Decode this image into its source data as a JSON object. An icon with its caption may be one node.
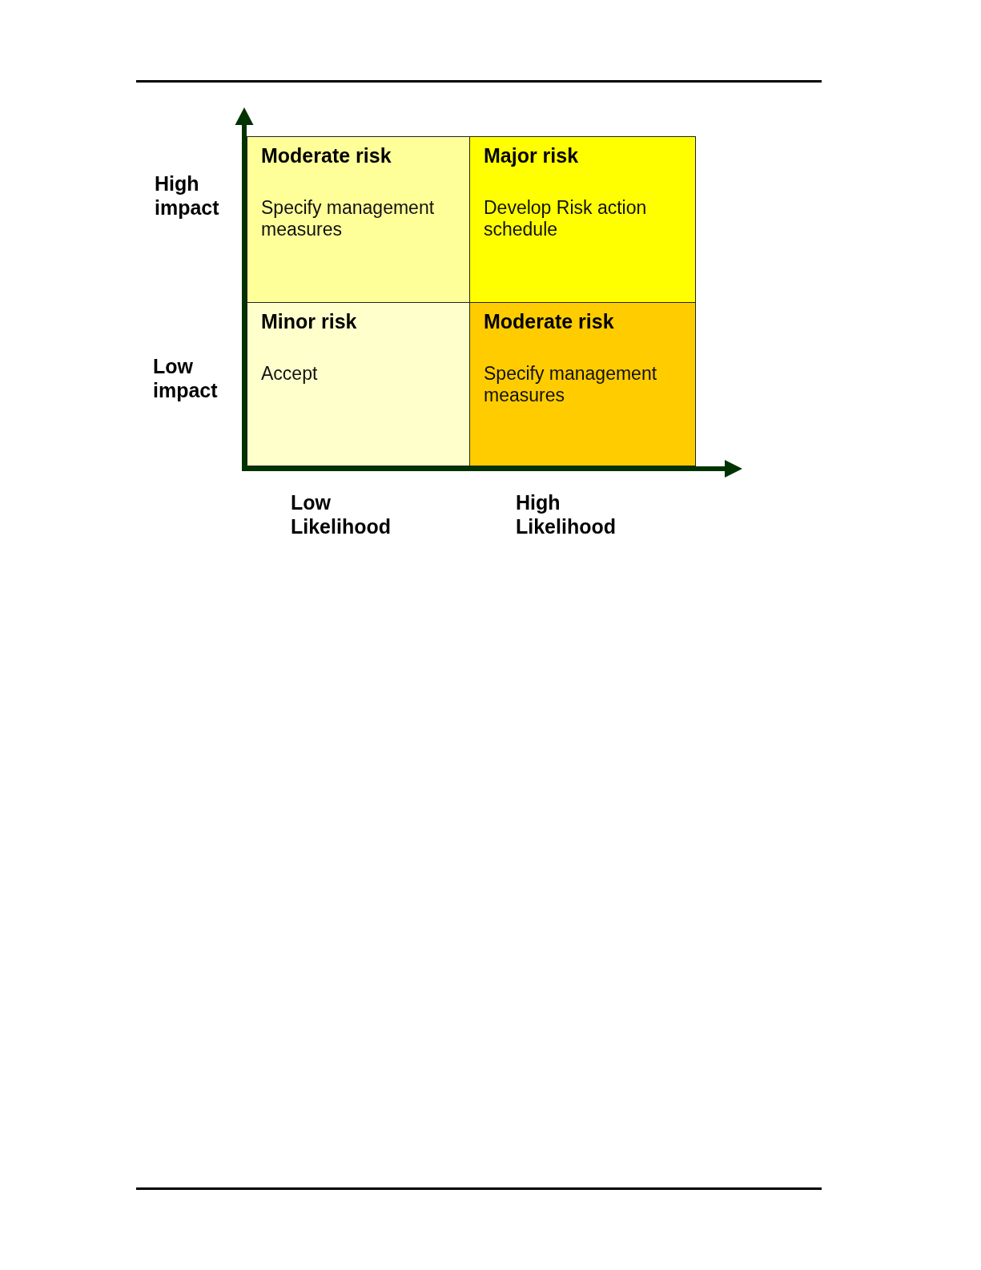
{
  "diagram": {
    "nodes": [
      {
        "text": [
          "Moderate risk",
          "Specify management measures"
        ]
      },
      {
        "text": [
          "Major risk",
          "Develop Risk action schedule"
        ]
      },
      {
        "text": [
          "Minor risk",
          "Accept"
        ]
      },
      {
        "text": [
          "Moderate risk",
          "Specify management measures"
        ]
      }
    ],
    "labels": [
      "High impact",
      "Low impact",
      "Low Likelihood",
      "High Likelihood"
    ]
  }
}
